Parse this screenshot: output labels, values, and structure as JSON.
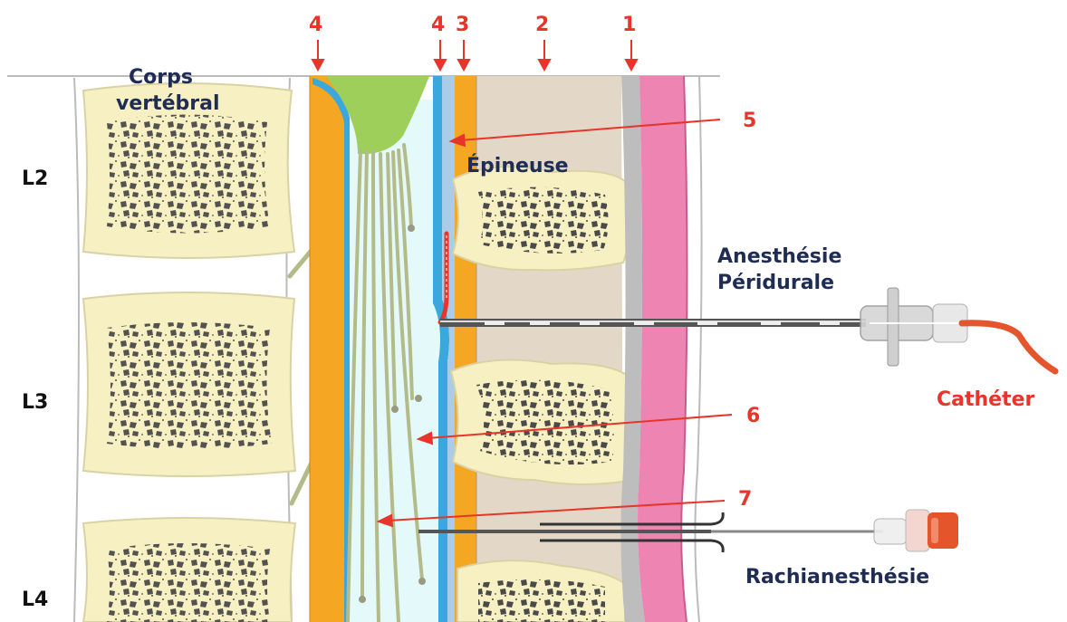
{
  "colors": {
    "bone": "#f6f0c2",
    "bone_outline": "#d9d2a4",
    "pore": "#4a4a4a",
    "ligament": "#f5a623",
    "dura": "#3aa8dc",
    "csf": "#e4fafa",
    "cord": "#9dcf5a",
    "nerve": "#b4bb8a",
    "interspinous": "#e3d8c8",
    "supraspinous": "#bdbdbd",
    "skin": "#ee84b2",
    "needle": "#555555",
    "catheter": "#e8352b",
    "hub_orange": "#e4552c",
    "annotation": "#e8352b",
    "label": "#1f2d55"
  },
  "top_markers": [
    "4",
    "4",
    "3",
    "2",
    "1"
  ],
  "side_markers": [
    "5",
    "6",
    "7"
  ],
  "levels": [
    "L2",
    "L3",
    "L4"
  ],
  "labels": {
    "vertebral_body": [
      "Corps",
      "vertébral"
    ],
    "spinous": "Épineuse",
    "epidural": [
      "Anesthésie",
      "Péridurale"
    ],
    "catheter": "Cathéter",
    "spinal": "Rachianesthésie"
  },
  "icons": [
    "epidural-needle-icon",
    "spinal-needle-icon",
    "catheter-icon",
    "arrow-down-icon",
    "arrow-left-icon"
  ]
}
